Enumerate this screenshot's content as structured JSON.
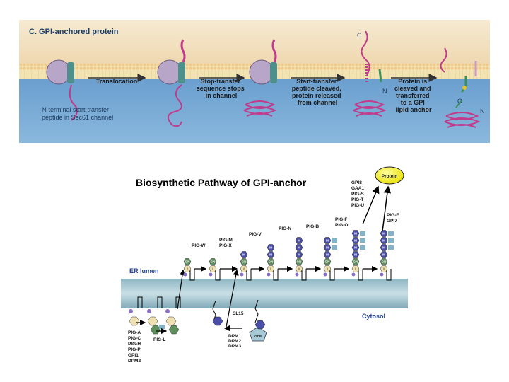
{
  "top": {
    "title": "C. GPI-anchored protein",
    "note_line1": "N-terminal start-transfer",
    "note_line2": "peptide in Sec61 channel",
    "step1": [
      "Translocation"
    ],
    "step2": [
      "Stop-transfer",
      "sequence stops",
      "in channel"
    ],
    "step3": [
      "Start-transfer",
      "peptide cleaved,",
      "protein released",
      "from channel"
    ],
    "step4": [
      "Protein is",
      "cleaved and",
      "transferred",
      "to a GPI",
      "lipid anchor"
    ],
    "end_c": "C",
    "end_n": "N",
    "end_c2": "C",
    "end_n2": "N"
  },
  "bottom": {
    "title": "Biosynthetic Pathway of GPI-anchor",
    "er_lumen": "ER lumen",
    "cytosol": "Cytosol",
    "protein": "Protein",
    "sl15": "SL15",
    "gdp": "GDP",
    "enzymes_initial": [
      "PIG-A",
      "PIG-C",
      "PIG-H",
      "PIG-P",
      "GPI1",
      "DPM2"
    ],
    "pig_l": "PIG-L",
    "dpm": [
      "DPM1",
      "DPM2",
      "DPM3"
    ],
    "pig_w": "PIG-W",
    "pig_mx": [
      "PIG-M",
      "PIG-X"
    ],
    "pig_v": "PIG-V",
    "pig_n": "PIG-N",
    "pig_b": "PIG-B",
    "pig_fo": [
      "PIG-F",
      "PIG-O"
    ],
    "pig_f_gpi7": [
      "PIG-F",
      "GPI7"
    ],
    "transamidase": [
      "GPI8",
      "GAA1",
      "PIG-S",
      "PIG-T",
      "PIG-U"
    ],
    "sugar_labels": {
      "inositol": "I",
      "glcn": "GN",
      "man": "M",
      "etn": "EtN"
    }
  }
}
